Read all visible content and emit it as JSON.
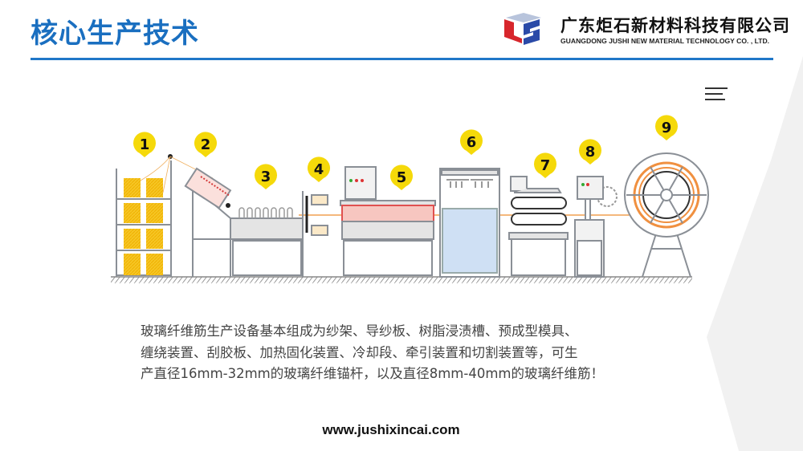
{
  "header": {
    "title": "核心生产技术",
    "company_name": "广东炬石新材料科技有限公司",
    "company_name_en": "GUANGDONG JUSHI NEW MATERIAL TECHNOLOGY CO. , LTD.",
    "accent_color": "#1a6fc0"
  },
  "menu_icon": "hamburger-menu-icon",
  "diagram": {
    "steps": [
      "1",
      "2",
      "3",
      "4",
      "5",
      "6",
      "7",
      "8",
      "9"
    ],
    "pin_color": "#f5d90a"
  },
  "description": {
    "lines": [
      "玻璃纤维筋生产设备基本组成为纱架、导纱板、树脂浸渍槽、预成型模具、",
      "缠绕装置、刮胶板、加热固化装置、冷却段、牵引装置和切割装置等，可生",
      "产直径16mm-32mm的玻璃纤维锚杆，以及直径8mm-40mm的玻璃纤维筋！"
    ]
  },
  "footer": {
    "url": "www.jushixincai.com"
  }
}
